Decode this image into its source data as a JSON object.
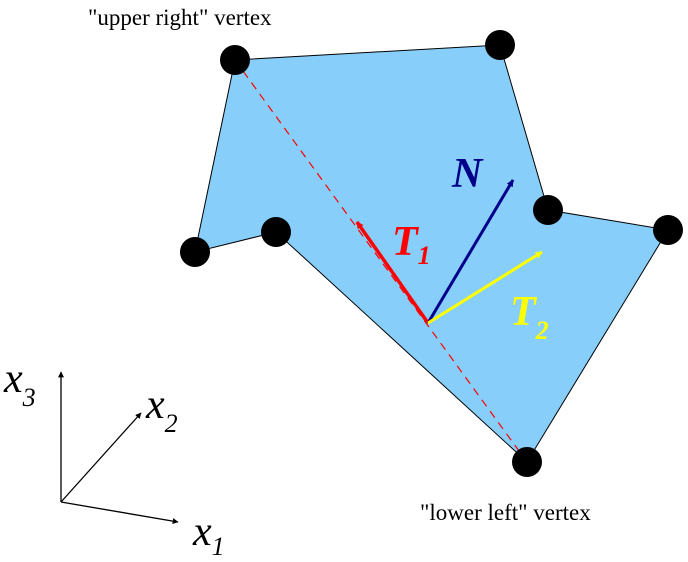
{
  "labels": {
    "upper_right_vertex": "\"upper right\" vertex",
    "lower_left_vertex": "\"lower left\" vertex"
  },
  "vectors": {
    "normal": {
      "symbol": "N",
      "color": "#00008b"
    },
    "tangent_1": {
      "symbol": "T",
      "subscript": "1",
      "color": "#ff0000"
    },
    "tangent_2": {
      "symbol": "T",
      "subscript": "2",
      "color": "#ffff00"
    }
  },
  "axes": {
    "x1": {
      "symbol": "x",
      "subscript": "1"
    },
    "x2": {
      "symbol": "x",
      "subscript": "2"
    },
    "x3": {
      "symbol": "x",
      "subscript": "3"
    }
  },
  "colors": {
    "polygon_fill": "#87cefa",
    "polygon_stroke": "#000000",
    "vertex": "#000000",
    "diagonal": "#ff0000"
  }
}
